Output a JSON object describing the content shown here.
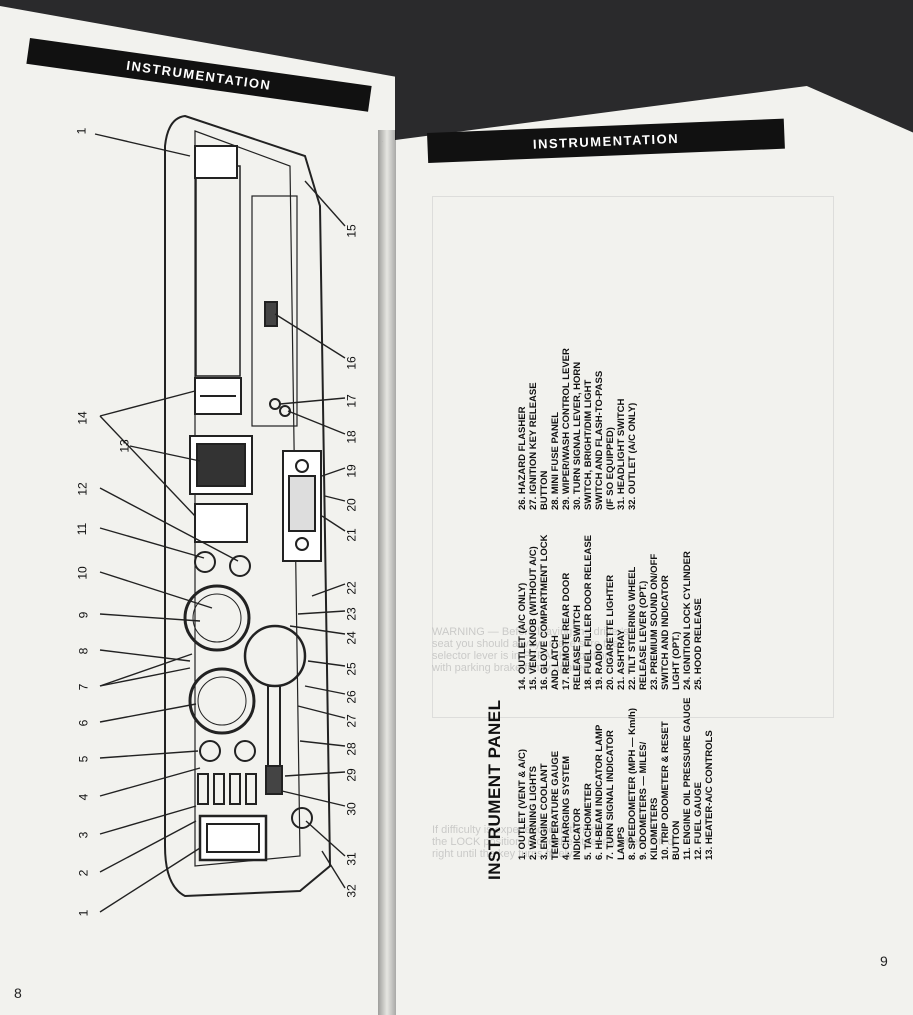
{
  "left_page": {
    "banner": "INSTRUMENTATION",
    "page_number": "8",
    "callouts": [
      "1",
      "2",
      "3",
      "4",
      "5",
      "6",
      "7",
      "8",
      "9",
      "10",
      "11",
      "12",
      "13",
      "14",
      "15",
      "16",
      "17",
      "18",
      "19",
      "20",
      "21",
      "22",
      "23",
      "24",
      "25",
      "26",
      "27",
      "28",
      "29",
      "30",
      "31",
      "32"
    ]
  },
  "right_page": {
    "banner": "INSTRUMENTATION",
    "page_number": "9",
    "heading": "INSTRUMENT PANEL",
    "column1": [
      "1. OUTLET (VENT & A/C)",
      "2. WARNING LIGHTS",
      "3. ENGINE COOLANT",
      "   TEMPERATURE GAUGE",
      "4. CHARGING SYSTEM",
      "   INDICATOR",
      "5. TACHOMETER",
      "6. HI-BEAM INDICATOR LAMP",
      "7. TURN SIGNAL INDICATOR",
      "   LAMPS",
      "8. SPEEDOMETER (MPH — Km/h)",
      "9. ODOMETERS — MILES/",
      "   KILOMETERS",
      "10. TRIP ODOMETER & RESET",
      "    BUTTON",
      "11. ENGINE OIL PRESSURE GAUGE",
      "12. FUEL GAUGE",
      "13. HEATER-A/C CONTROLS"
    ],
    "column2": [
      "14. OUTLET (A/C ONLY)",
      "15. VENT KNOB (WITHOUT A/C)",
      "16. GLOVE COMPARTMENT LOCK",
      "    AND LATCH",
      "17. REMOTE REAR DOOR",
      "    RELEASE SWITCH",
      "18. FUEL FILLER DOOR RELEASE",
      "19. RADIO",
      "20. CIGARETTE LIGHTER",
      "21. ASHTRAY",
      "22. TILT STEERING WHEEL",
      "    RELEASE LEVER (OPT.)",
      "23. PREMIUM SOUND ON/OFF",
      "    SWITCH AND INDICATOR",
      "    LIGHT (OPT.)",
      "24. IGNITION LOCK CYLINDER",
      "25. HOOD RELEASE"
    ],
    "column3": [
      "26. HAZARD FLASHER",
      "27. IGNITION KEY RELEASE",
      "    BUTTON",
      "28. MINI FUSE PANEL",
      "29. WIPER/WASH CONTROL LEVER",
      "30. TURN SIGNAL LEVER, HORN",
      "    SWITCH, BRIGHT/DIM LIGHT",
      "    SWITCH AND FLASH-TO-PASS",
      "    (IF SO EQUIPPED)",
      "31. HEADLIGHT SWITCH",
      "32. OUTLET (A/C ONLY)"
    ],
    "showthrough": [
      "WARNING — Before leaving the driver's",
      "seat you should always make sure the",
      "selector lever is in P (PARK) position",
      "with parking brake firmly applied.",
      "If difficulty is experienced in turning",
      "the LOCK position, move the steering wheel left or",
      "right until the key turns freely."
    ]
  }
}
